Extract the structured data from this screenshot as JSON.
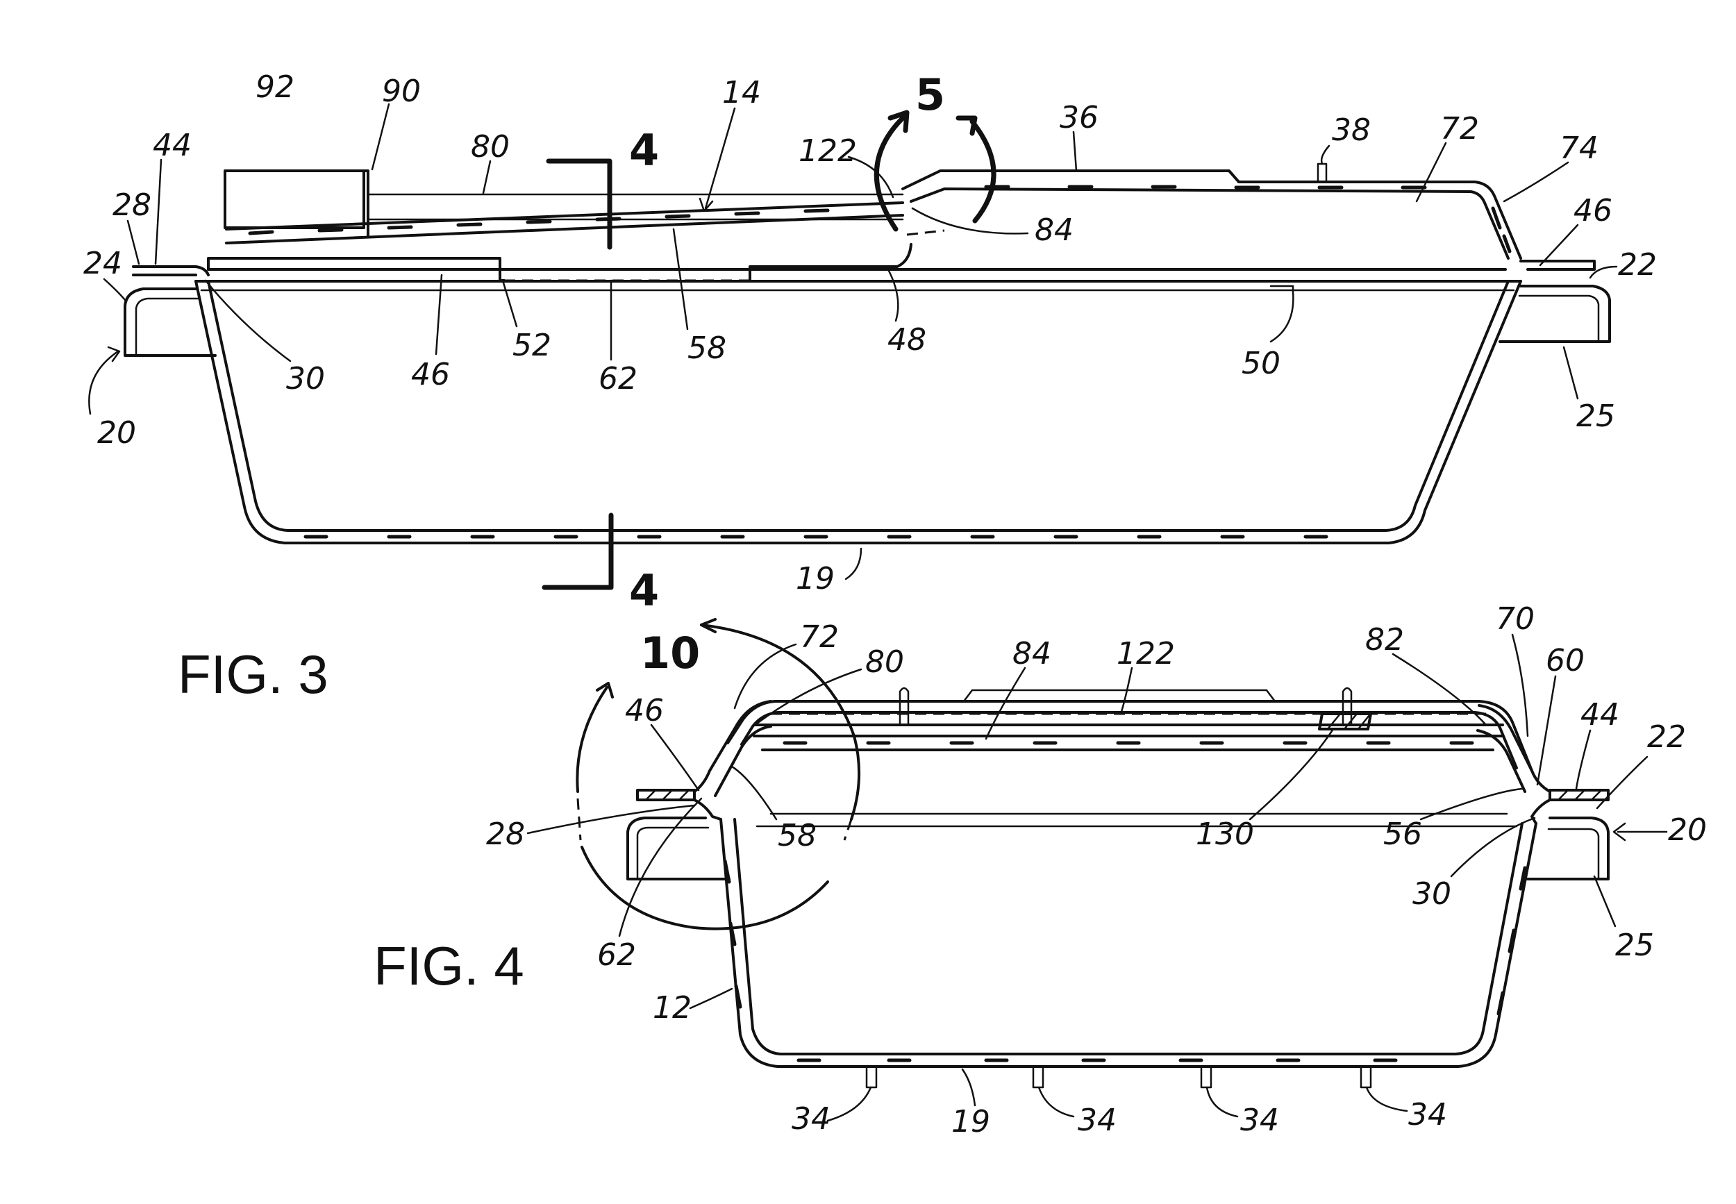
{
  "figures": {
    "fig3": {
      "caption": "FIG. 3",
      "section_marks": [
        "4",
        "4"
      ],
      "detail_mark": "5",
      "refs": [
        "92",
        "90",
        "44",
        "28",
        "24",
        "20",
        "80",
        "14",
        "46",
        "30",
        "52",
        "62",
        "58",
        "122",
        "84",
        "36",
        "38",
        "72",
        "74",
        "46",
        "22",
        "48",
        "50",
        "25",
        "19"
      ]
    },
    "fig4": {
      "caption": "FIG. 4",
      "detail_mark": "10",
      "refs": [
        "72",
        "80",
        "84",
        "122",
        "82",
        "70",
        "60",
        "44",
        "22",
        "46",
        "58",
        "28",
        "62",
        "130",
        "56",
        "30",
        "20",
        "25",
        "12",
        "34",
        "19",
        "34",
        "34",
        "34"
      ]
    }
  }
}
